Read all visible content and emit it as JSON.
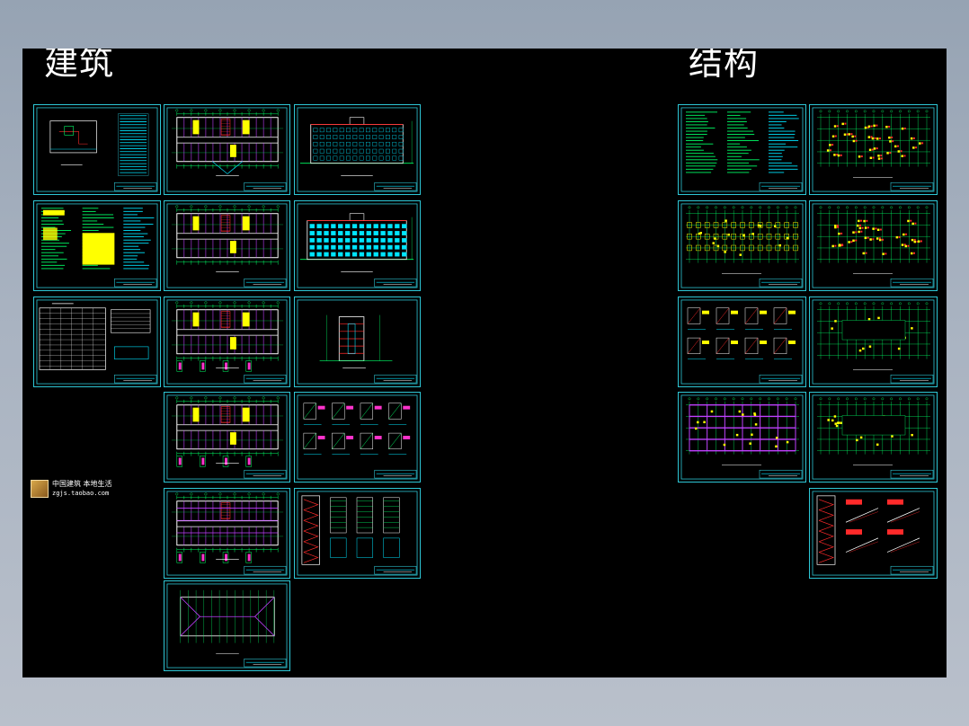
{
  "headings": {
    "architecture": "建筑",
    "structure": "结构"
  },
  "watermark": {
    "line1": "中国建筑 本地生活",
    "line2": "zgjs.taobao.com",
    "icon": "shop-logo-icon"
  },
  "colors": {
    "frame": "#2ec7d6",
    "line": "#00ff66",
    "accent": "#ff2a2a",
    "violet": "#c040ff",
    "yellow": "#ffff00",
    "cyan": "#00e5ff",
    "white": "#ffffff",
    "magenta": "#ff33cc"
  },
  "architecture_sheets": [
    {
      "id": "a1",
      "kind": "site-plan"
    },
    {
      "id": "a2",
      "kind": "floor-plan"
    },
    {
      "id": "a3",
      "kind": "elevation"
    },
    {
      "id": "a4",
      "kind": "notes"
    },
    {
      "id": "a5",
      "kind": "floor-plan"
    },
    {
      "id": "a6",
      "kind": "elevation"
    },
    {
      "id": "a7",
      "kind": "schedule"
    },
    {
      "id": "a8",
      "kind": "floor-plan"
    },
    {
      "id": "a9",
      "kind": "section"
    },
    {
      "id": "a10",
      "kind": "floor-plan"
    },
    {
      "id": "a11",
      "kind": "details"
    },
    {
      "id": "a12",
      "kind": "floor-plan"
    },
    {
      "id": "a13",
      "kind": "stair"
    },
    {
      "id": "a14",
      "kind": "roof-plan"
    }
  ],
  "structure_sheets": [
    {
      "id": "s1",
      "kind": "notes"
    },
    {
      "id": "s2",
      "kind": "struct-plan"
    },
    {
      "id": "s3",
      "kind": "foundation"
    },
    {
      "id": "s4",
      "kind": "struct-plan"
    },
    {
      "id": "s5",
      "kind": "details"
    },
    {
      "id": "s6",
      "kind": "struct-plan"
    },
    {
      "id": "s7",
      "kind": "beam-plan"
    },
    {
      "id": "s8",
      "kind": "struct-plan"
    },
    {
      "id": "s9",
      "kind": "stair"
    }
  ]
}
